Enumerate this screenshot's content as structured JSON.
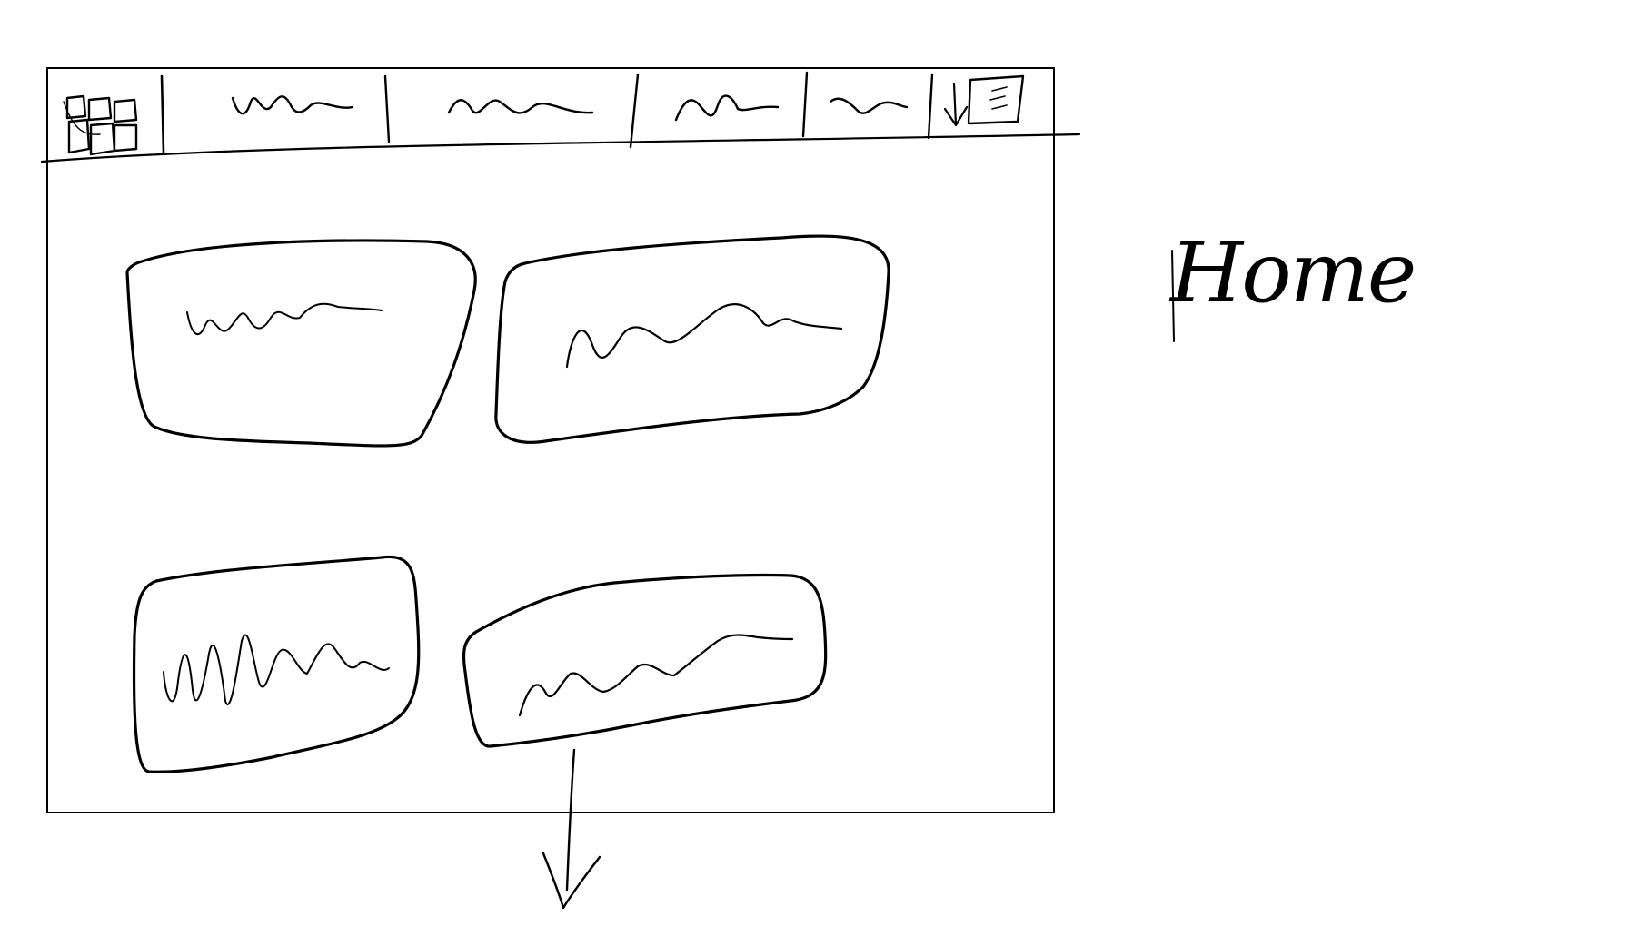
{
  "page": {
    "label": "Home"
  },
  "nav": {
    "logo_icon": "grid-logo-icon",
    "items": [
      {
        "placeholder": "scribble"
      },
      {
        "placeholder": "scribble"
      },
      {
        "placeholder": "scribble"
      },
      {
        "placeholder": "scribble"
      }
    ],
    "menu_icon": "menu-download-icon"
  },
  "cards": [
    {
      "content": "scribble"
    },
    {
      "content": "scribble"
    },
    {
      "content": "scribble"
    },
    {
      "content": "scribble"
    }
  ],
  "annotations": {
    "arrow": "down-arrow"
  },
  "colors": {
    "stroke": "#000000",
    "background": "#ffffff"
  }
}
